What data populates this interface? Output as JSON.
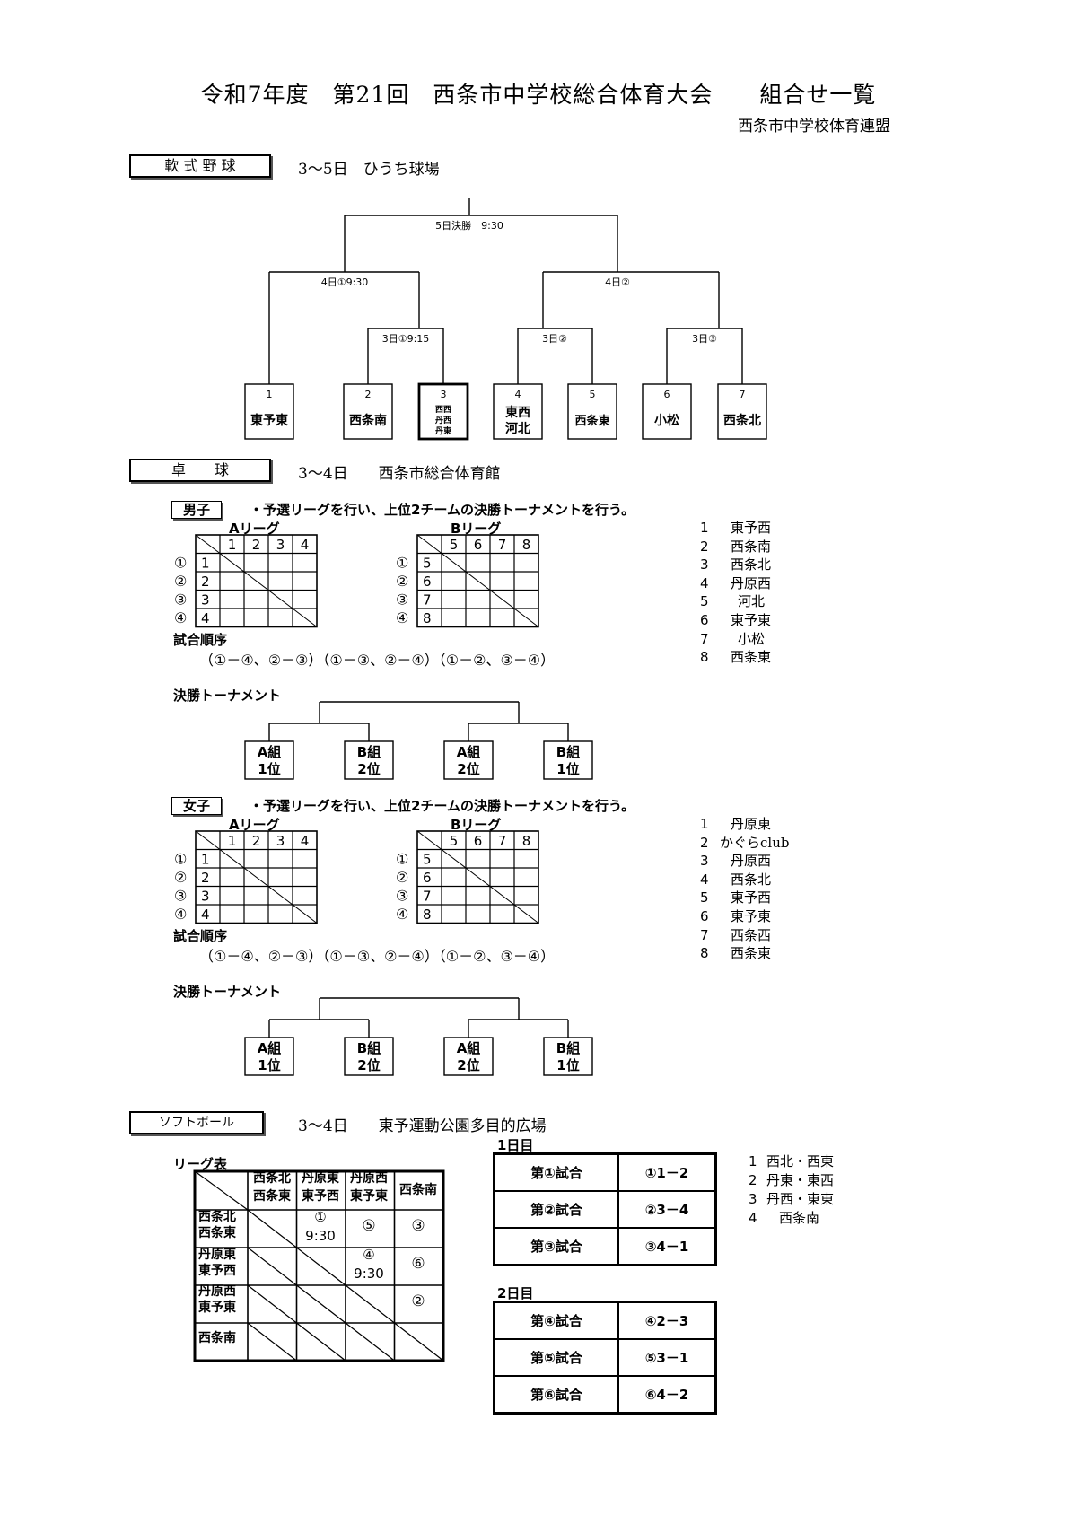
{
  "header": {
    "title": "令和7年度　第21回　西条市中学校総合体育大会　　組合せ一覧",
    "organizer": "西条市中学校体育連盟"
  },
  "baseball": {
    "section_label": "軟 式 野 球",
    "info": "3～5日　ひうち球場",
    "final": "5日決勝　9:30",
    "semi1": "4日①9:30",
    "semi2": "4日②",
    "r1": "3日①9:15",
    "r2": "3日②",
    "r3": "3日③",
    "teams": [
      {
        "num": "1",
        "name": "東予東"
      },
      {
        "num": "2",
        "name": "西条南"
      },
      {
        "num": "3",
        "name_lines": [
          "西西",
          "丹西",
          "丹東"
        ]
      },
      {
        "num": "4",
        "name_lines": [
          "東西",
          "河北"
        ]
      },
      {
        "num": "5",
        "name": "西条東"
      },
      {
        "num": "6",
        "name": "小松"
      },
      {
        "num": "7",
        "name": "西条北"
      }
    ]
  },
  "table_tennis": {
    "section_label": "卓　　球",
    "info": "3～4日　　西条市総合体育館",
    "boys": {
      "label": "男子",
      "note": "・予選リーグを行い、上位2チームの決勝トーナメントを行う。",
      "a_league": "Aリーグ",
      "b_league": "Bリーグ",
      "a_nums": [
        "1",
        "2",
        "3",
        "4"
      ],
      "b_nums": [
        "5",
        "6",
        "7",
        "8"
      ],
      "circled": [
        "①",
        "②",
        "③",
        "④"
      ],
      "order_label": "試合順序",
      "order": "（①－④、②－③）（①－③、②－④）（①－②、③－④）",
      "teams": [
        {
          "num": "1",
          "name": "東予西"
        },
        {
          "num": "2",
          "name": "西条南"
        },
        {
          "num": "3",
          "name": "西条北"
        },
        {
          "num": "4",
          "name": "丹原西"
        },
        {
          "num": "5",
          "name": "河北"
        },
        {
          "num": "6",
          "name": "東予東"
        },
        {
          "num": "7",
          "name": "小松"
        },
        {
          "num": "8",
          "name": "西条東"
        }
      ],
      "final_label": "決勝トーナメント",
      "finals": [
        [
          "A組",
          "1位"
        ],
        [
          "B組",
          "2位"
        ],
        [
          "A組",
          "2位"
        ],
        [
          "B組",
          "1位"
        ]
      ]
    },
    "girls": {
      "label": "女子",
      "note": "・予選リーグを行い、上位2チームの決勝トーナメントを行う。",
      "a_league": "Aリーグ",
      "b_league": "Bリーグ",
      "a_nums": [
        "1",
        "2",
        "3",
        "4"
      ],
      "b_nums": [
        "5",
        "6",
        "7",
        "8"
      ],
      "circled": [
        "①",
        "②",
        "③",
        "④"
      ],
      "order_label": "試合順序",
      "order": "（①－④、②－③）（①－③、②－④）（①－②、③－④）",
      "teams": [
        {
          "num": "1",
          "name": "丹原東"
        },
        {
          "num": "2",
          "name": "かぐらclub"
        },
        {
          "num": "3",
          "name": "丹原西"
        },
        {
          "num": "4",
          "name": "西条北"
        },
        {
          "num": "5",
          "name": "東予西"
        },
        {
          "num": "6",
          "name": "東予東"
        },
        {
          "num": "7",
          "name": "西条西"
        },
        {
          "num": "8",
          "name": "西条東"
        }
      ],
      "final_label": "決勝トーナメント",
      "finals": [
        [
          "A組",
          "1位"
        ],
        [
          "B組",
          "2位"
        ],
        [
          "A組",
          "2位"
        ],
        [
          "B組",
          "1位"
        ]
      ]
    }
  },
  "softball": {
    "section_label": "ソフトボール",
    "info": "3～4日　　東予運動公園多目的広場",
    "league_label": "リーグ表",
    "col_headers": [
      [
        "西条北",
        "西条東"
      ],
      [
        "丹原東",
        "東予西"
      ],
      [
        "丹原西",
        "東予東"
      ],
      [
        "西条南"
      ]
    ],
    "row_headers": [
      [
        "西条北",
        "西条東"
      ],
      [
        "丹原東",
        "東予西"
      ],
      [
        "丹原西",
        "東予東"
      ],
      [
        "西条南"
      ]
    ],
    "cells": {
      "r1c2": [
        "①",
        "9:30"
      ],
      "r1c3": "⑤",
      "r1c4": "③",
      "r2c3": [
        "④",
        "9:30"
      ],
      "r2c4": "⑥",
      "r3c4": "②"
    },
    "day1_label": "1日目",
    "day1": [
      [
        "第①試合",
        "①1－2"
      ],
      [
        "第②試合",
        "②3－4"
      ],
      [
        "第③試合",
        "③4－1"
      ]
    ],
    "day2_label": "2日目",
    "day2": [
      [
        "第④試合",
        "④2－3"
      ],
      [
        "第⑤試合",
        "⑤3－1"
      ],
      [
        "第⑥試合",
        "⑥4－2"
      ]
    ],
    "teams": [
      {
        "num": "1",
        "name": "西北・西東"
      },
      {
        "num": "2",
        "name": "丹東・東西"
      },
      {
        "num": "3",
        "name": "丹西・東東"
      },
      {
        "num": "4",
        "name": "西条南"
      }
    ]
  }
}
